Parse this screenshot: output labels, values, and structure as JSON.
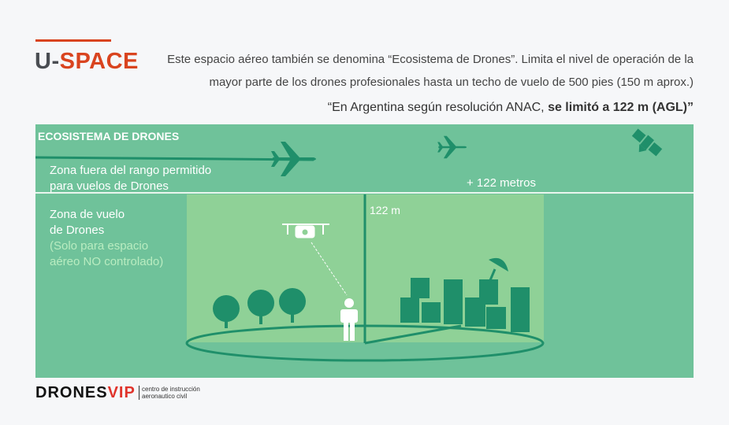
{
  "header": {
    "title_a": "U-",
    "title_b": "SPACE",
    "desc_line1": "Este espacio aéreo también se denomina “Ecosistema de Drones”. Limita el nivel de operación de la",
    "desc_line2": "mayor parte de los drones profesionales hasta un techo de vuelo de 500 pies (150 m aprox.)",
    "quote_a": "“En Argentina según resolución ANAC, ",
    "quote_b": "se limitó a 122 m (AGL)”"
  },
  "diagram": {
    "section_title": "ECOSISTEMA DE DRONES",
    "upper_zone_line1": "Zona fuera del rango permitido",
    "upper_zone_line2": "para vuelos de Drones",
    "upper_height": "+ 122 metros",
    "height_label": "122 m",
    "lower_zone_line1": "Zona de vuelo",
    "lower_zone_line2": "de Drones",
    "note_line1": "(Solo para espacio",
    "note_line2": "aéreo NO controlado)"
  },
  "colors": {
    "accent": "#d9441f",
    "panel": "#6fc29a",
    "inner": "#8fd197",
    "icon": "#1f8f6a"
  },
  "footer": {
    "logo_a": "DRONES",
    "logo_b": "VIP",
    "sub1": "centro de instrucción",
    "sub2": "aeronautico civil"
  }
}
